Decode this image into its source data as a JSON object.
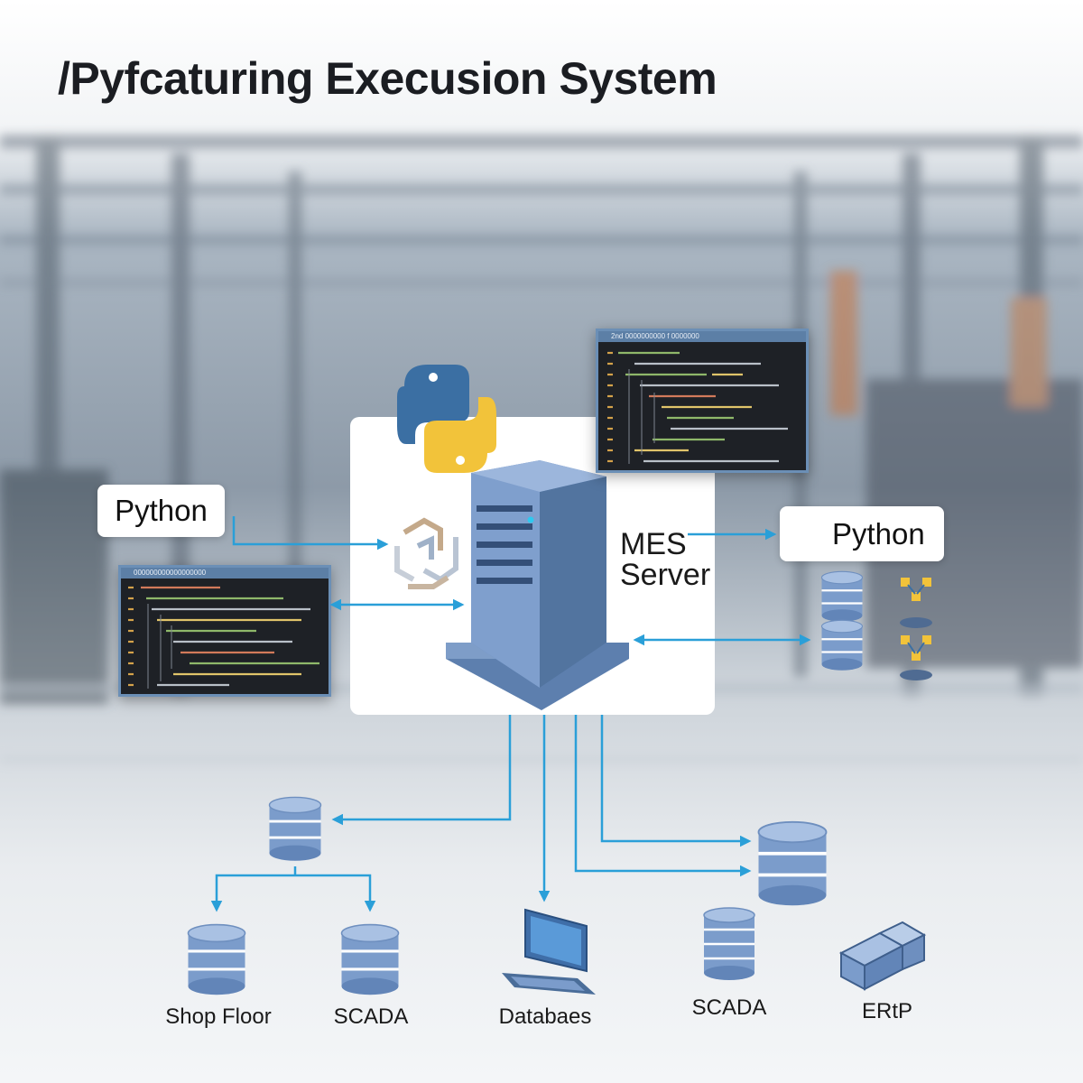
{
  "title": "/Pyfcaturing Execusion System",
  "server": {
    "label_line1": "MES",
    "label_line2": "Server"
  },
  "python_left": {
    "label": "Python",
    "logo": "python-logo-icon"
  },
  "python_right": {
    "label": "Python",
    "logo": "python-logo-icon"
  },
  "code_windows": {
    "top": {
      "title": "2nd 0000000000 f 0000000"
    },
    "left": {
      "title": "000000000000000000"
    }
  },
  "bottom": {
    "shop_floor": "Shop Floor",
    "scada_left": "SCADA",
    "databases": "Databaes",
    "scada_right": "SCADA",
    "erp": "ERtP"
  },
  "colors": {
    "accent_line": "#2a9fd8",
    "server_blue": "#6f93c2",
    "database_blue": "#7b9ccb",
    "python_blue": "#3b6fa3",
    "python_yellow": "#f2c33a",
    "code_background": "#1e2126"
  }
}
